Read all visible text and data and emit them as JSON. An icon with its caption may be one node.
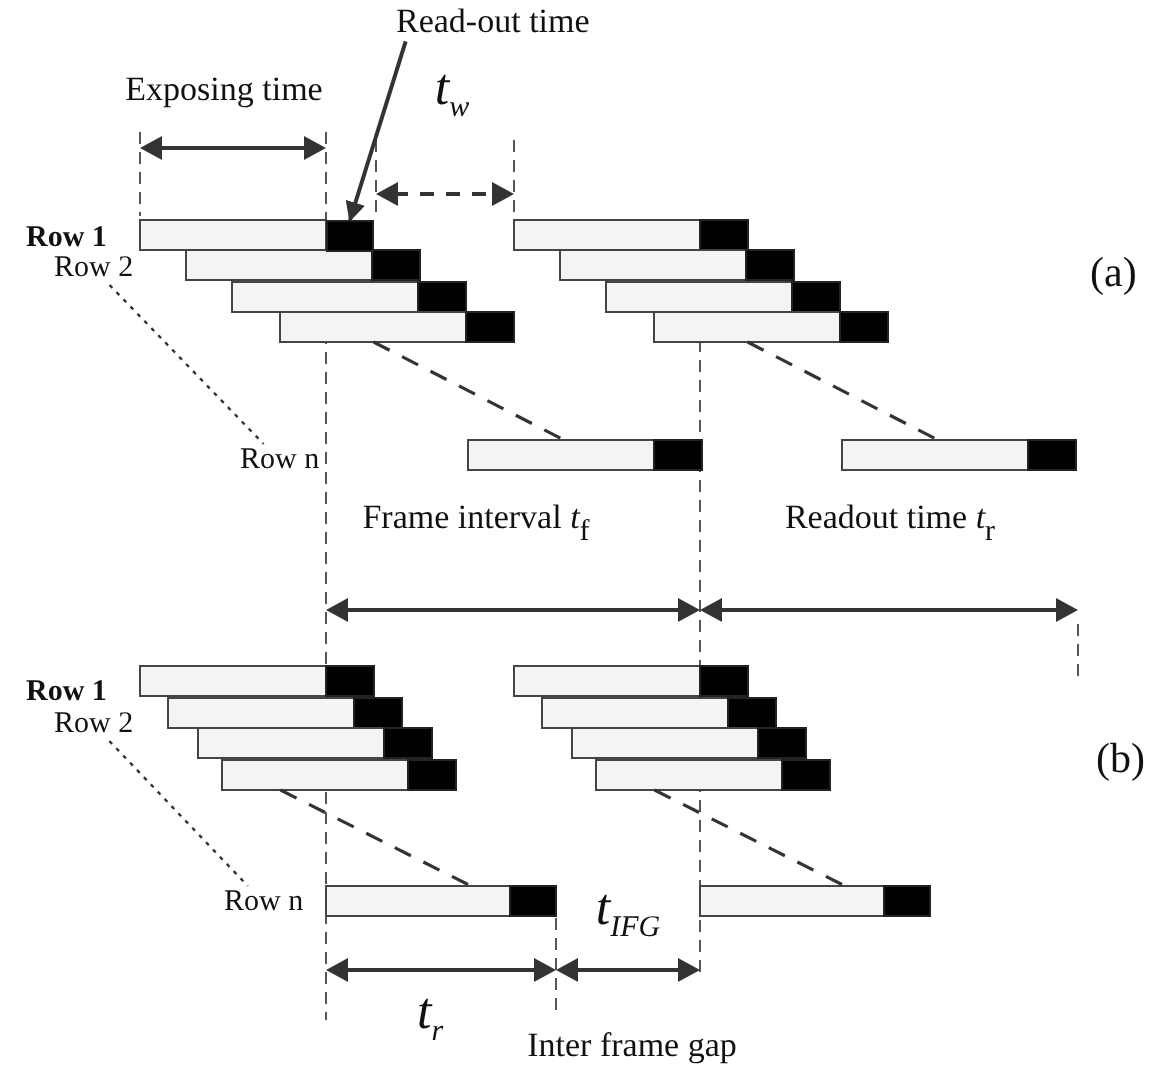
{
  "diagram": {
    "nodes": [
      {
        "text": [
          "Read-out time"
        ]
      },
      {
        "text": [],
        "shape": "box"
      },
      {
        "text": [
          "Row 2"
        ]
      },
      {
        "text": [
          "Row n"
        ]
      },
      {
        "text": [
          "Row 2"
        ]
      },
      {
        "text": [
          "Row n"
        ]
      },
      {
        "text": [],
        "shape": "bar"
      },
      {
        "text": [],
        "shape": "bar"
      },
      {
        "text": [],
        "shape": "bar"
      },
      {
        "text": [],
        "shape": "bar"
      },
      {
        "text": [],
        "shape": "bar"
      },
      {
        "text": [],
        "shape": "bar"
      },
      {
        "text": [],
        "shape": "bar"
      },
      {
        "text": [],
        "shape": "bar"
      },
      {
        "text": [],
        "shape": "bar"
      },
      {
        "text": [],
        "shape": "bar"
      },
      {
        "text": [],
        "shape": "bar"
      },
      {
        "text": [],
        "shape": "bar"
      },
      {
        "text": [],
        "shape": "bar"
      },
      {
        "text": [],
        "shape": "bar"
      },
      {
        "text": [],
        "shape": "bar"
      },
      {
        "text": [],
        "shape": "bar"
      },
      {
        "text": [],
        "shape": "bar"
      },
      {
        "text": [],
        "shape": "bar"
      },
      {
        "text": [],
        "shape": "bar"
      },
      {
        "text": [],
        "shape": "bar"
      }
    ],
    "edges": [
      {
        "from": 0,
        "to": 1,
        "arrow": "to"
      },
      {
        "from": 2,
        "to": 3,
        "arrow": "none",
        "style": "dashed"
      },
      {
        "from": 4,
        "to": 5,
        "arrow": "none",
        "style": "dashed"
      },
      {
        "from": 12,
        "to": 14,
        "arrow": "none",
        "style": "dashed"
      },
      {
        "from": 13,
        "to": 15,
        "arrow": "none",
        "style": "dashed"
      },
      {
        "from": 22,
        "to": 24,
        "arrow": "none",
        "style": "dashed"
      },
      {
        "from": 23,
        "to": 25,
        "arrow": "none",
        "style": "dashed"
      }
    ],
    "labels": [
      "Exposing time",
      "t$_{w}$",
      "Row 1",
      "(a)",
      "Frame interval *t*$_{f}$",
      "Readout time *t*$_{r}$",
      "Row 1",
      "(b)",
      "t$_{IFG}$",
      "t$_{r}$",
      "Inter frame gap"
    ]
  }
}
